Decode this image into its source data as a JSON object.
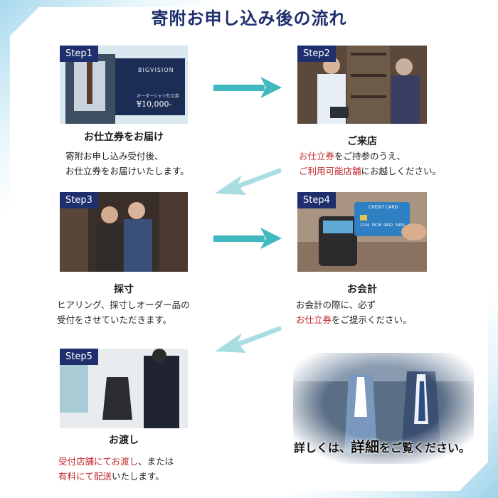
{
  "title": "寄附お申し込み後の流れ",
  "steps": [
    {
      "badge": "Step1",
      "title": "お仕立券をお届け",
      "desc_line1": "寄附お申し込み受付後、",
      "desc_line2": "お仕立券をお届けいたします。",
      "card_brand": "BIGVISION",
      "card_sub": "オーダーシャツ仕立券",
      "card_amount": "¥10,000-"
    },
    {
      "badge": "Step2",
      "title": "ご来店",
      "desc_line1_red": "お仕立券",
      "desc_line1_rest": "をご持参のうえ、",
      "desc_line2_red": "ご利用可能店舗",
      "desc_line2_rest": "にお越しください。"
    },
    {
      "badge": "Step3",
      "title": "採寸",
      "desc_line1": "ヒアリング、採寸しオーダー品の",
      "desc_line2": "受付をさせていただきます。"
    },
    {
      "badge": "Step4",
      "title": "お会計",
      "desc_line1": "お会計の際に、必ず",
      "desc_line2_red": "お仕立券",
      "desc_line2_rest": "をご提示ください。",
      "card_label": "CREDIT CARD",
      "card_number": "1234 5678 9012 3456"
    },
    {
      "badge": "Step5",
      "title": "お渡し",
      "desc_line1_red": "受付店舗にてお渡し",
      "desc_line1_rest": "、または",
      "desc_line2_red": "有料にて配送",
      "desc_line2_rest": "いたします。"
    }
  ],
  "detail": {
    "part1": "詳しくは、",
    "part2": "詳細",
    "part3": "をご覧ください。"
  },
  "colors": {
    "navy": "#1f2f6e",
    "red": "#c0282c",
    "arrow": "#3fb8bf",
    "arrow_faded": "#a8dde2"
  }
}
